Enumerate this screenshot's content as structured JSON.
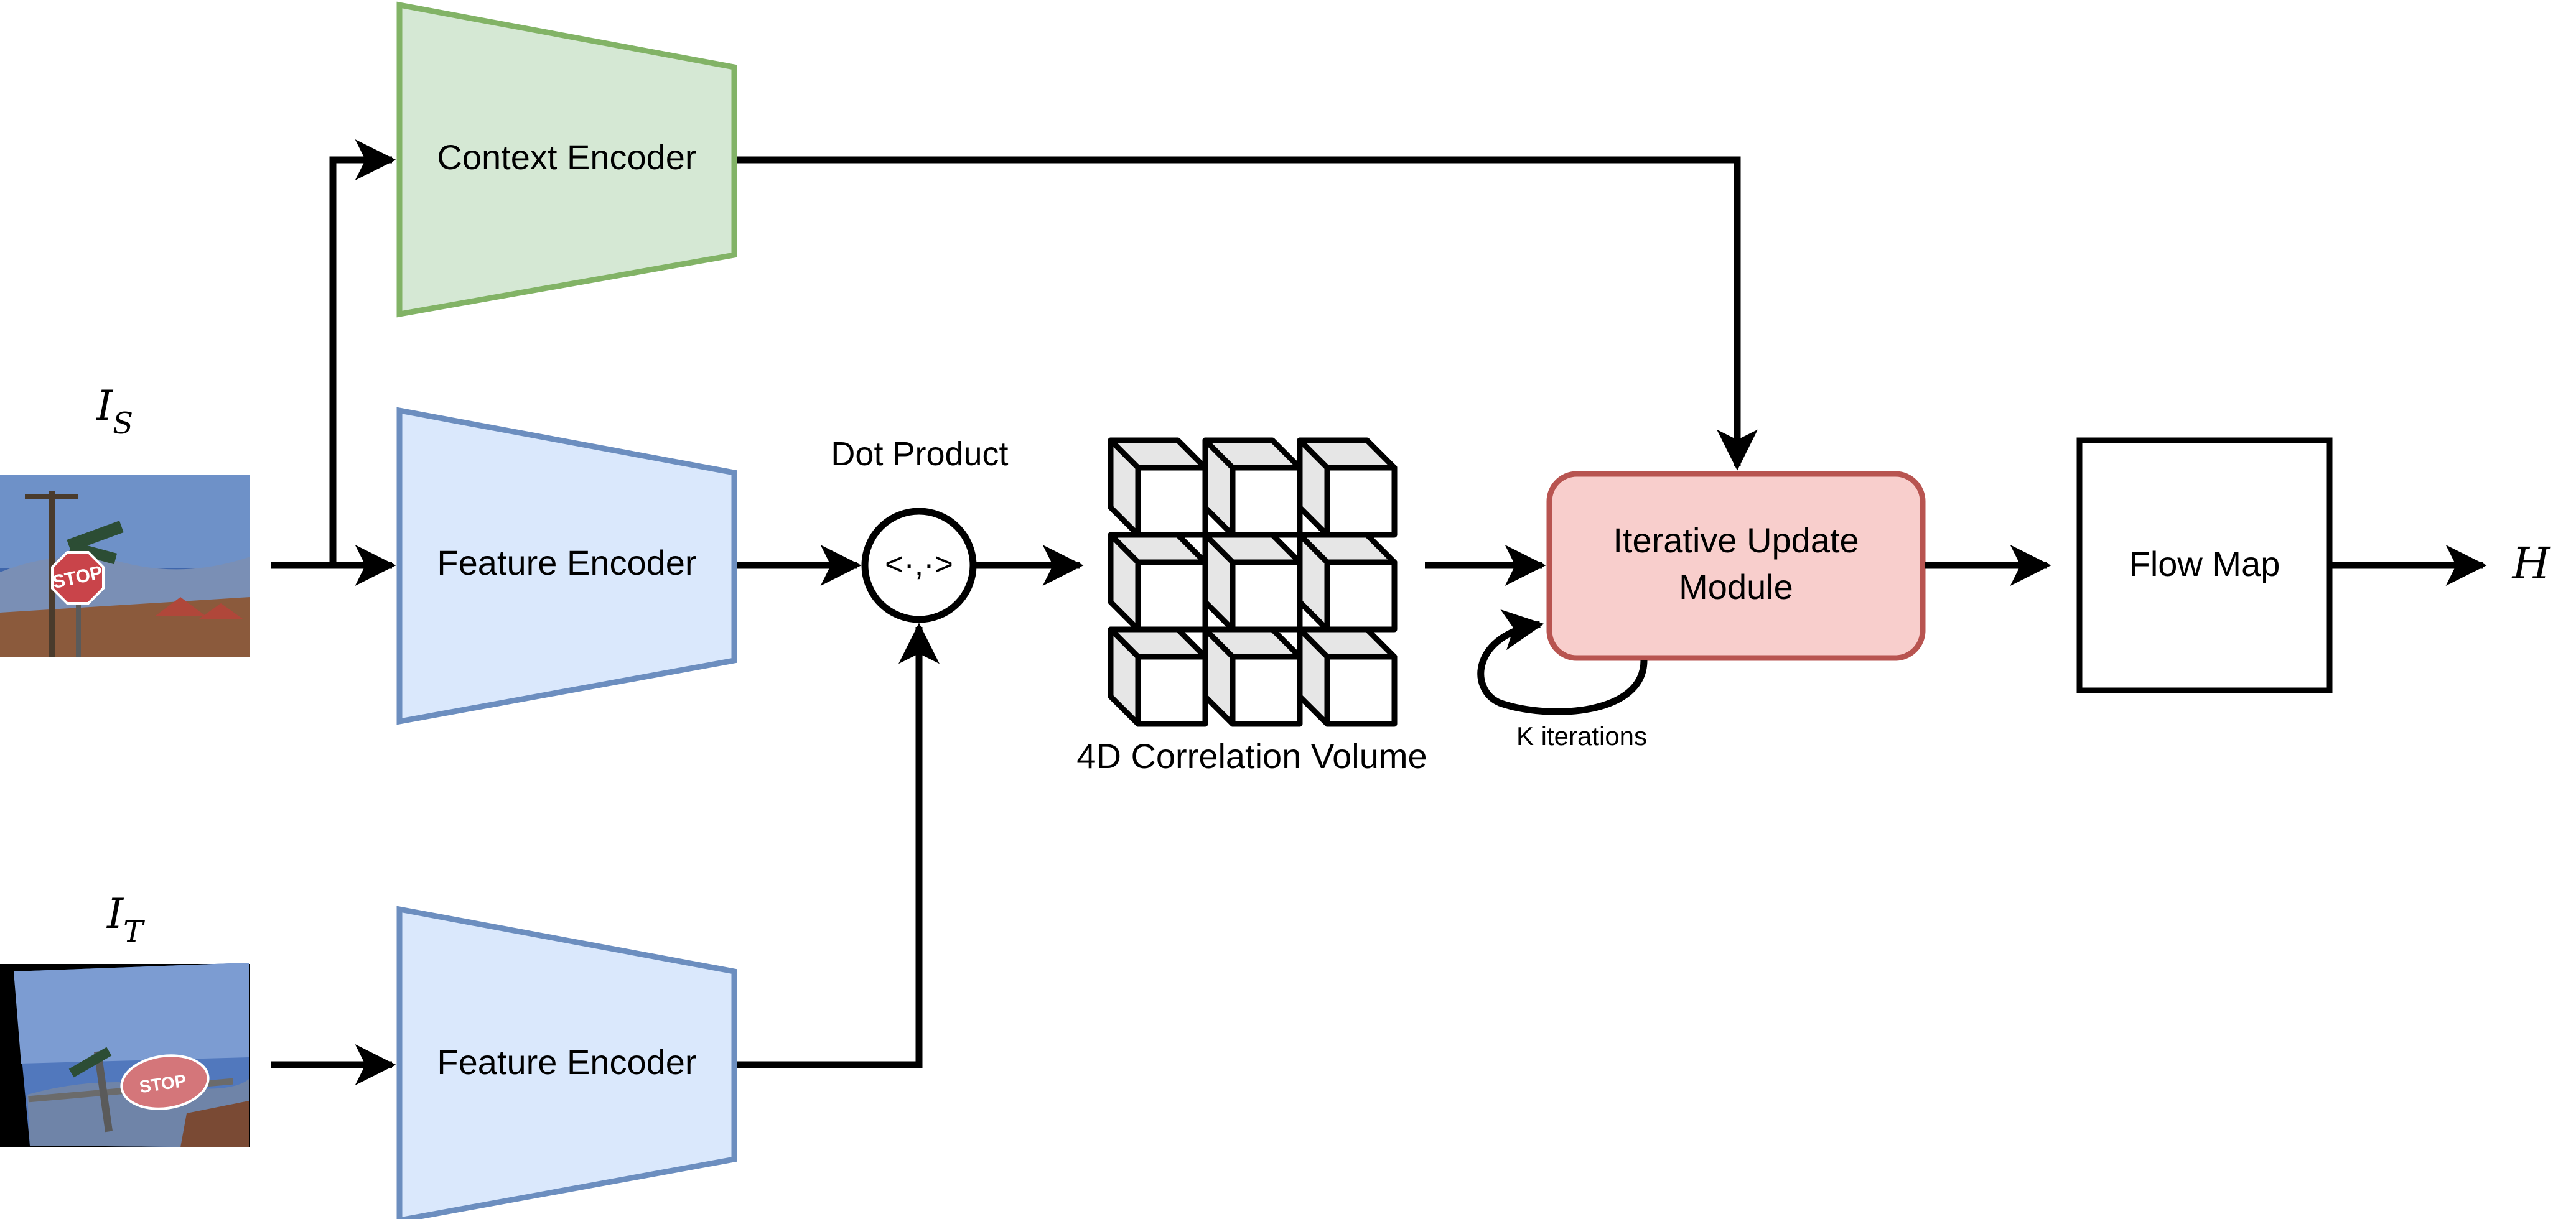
{
  "inputs": {
    "source_label": "I",
    "source_sub": "S",
    "target_label": "I",
    "target_sub": "T"
  },
  "nodes": {
    "context_encoder": {
      "label": "Context Encoder",
      "fill": "#d5e8d4",
      "stroke": "#82b366"
    },
    "feature_encoder_source": {
      "label": "Feature Encoder",
      "fill": "#dae8fc",
      "stroke": "#6c8ebf"
    },
    "feature_encoder_target": {
      "label": "Feature Encoder",
      "fill": "#dae8fc",
      "stroke": "#6c8ebf"
    },
    "dot_product": {
      "title": "Dot Product",
      "symbol": "<·,·>"
    },
    "correlation_volume": {
      "label": "4D Correlation Volume",
      "rows": 3,
      "cols": 3
    },
    "update_module": {
      "label_line1": "Iterative Update",
      "label_line2": "Module",
      "fill": "#f8cecc",
      "stroke": "#b85450"
    },
    "iteration_loop": {
      "label": "K iterations"
    },
    "flow_map": {
      "label": "Flow Map"
    },
    "output": {
      "label": "H"
    }
  }
}
